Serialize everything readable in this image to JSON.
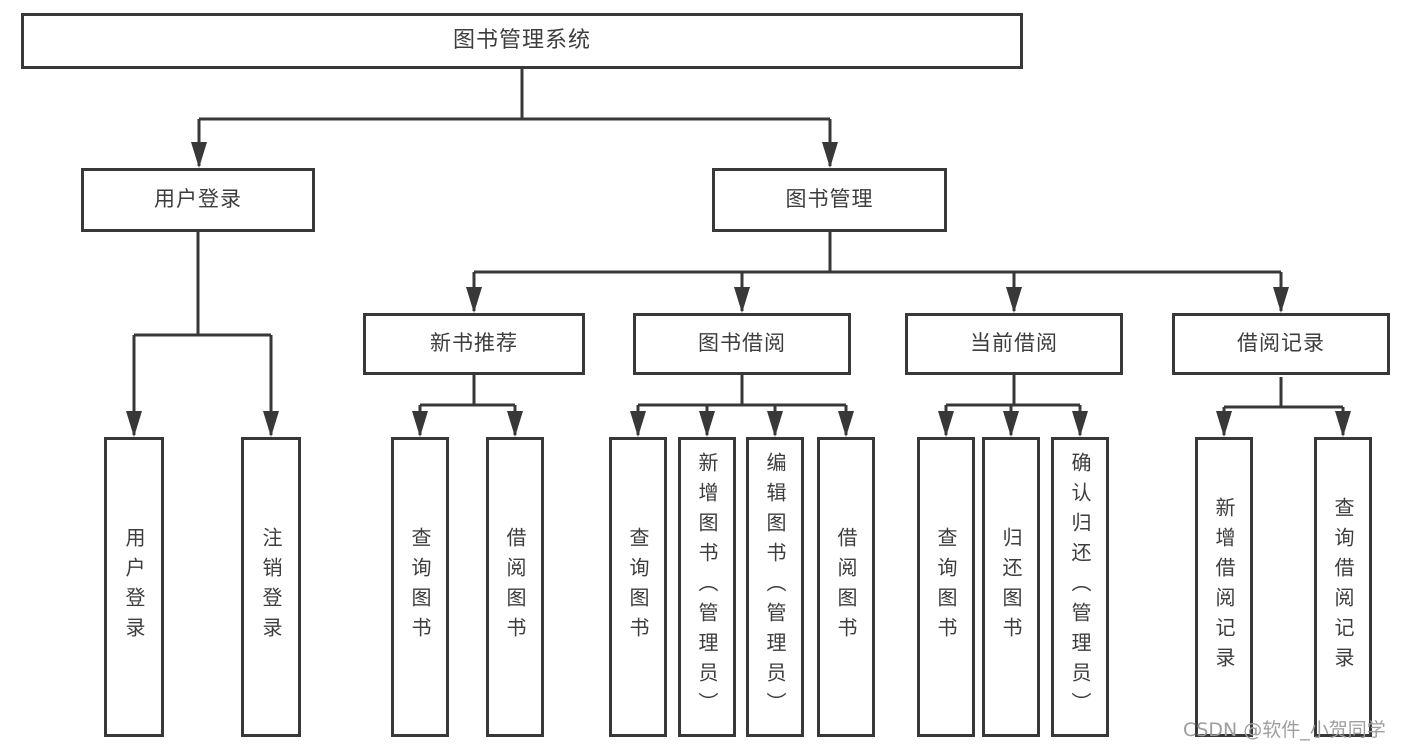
{
  "diagram": {
    "title": "图书管理系统",
    "tree": {
      "root": {
        "label": "图书管理系统",
        "children": [
          {
            "label": "用户登录",
            "children": [
              {
                "label": "用户登录"
              },
              {
                "label": "注销登录"
              }
            ]
          },
          {
            "label": "图书管理",
            "children": [
              {
                "label": "新书推荐",
                "children": [
                  {
                    "label": "查询图书"
                  },
                  {
                    "label": "借阅图书"
                  }
                ]
              },
              {
                "label": "图书借阅",
                "children": [
                  {
                    "label": "查询图书"
                  },
                  {
                    "label": "新增图书（管理员）"
                  },
                  {
                    "label": "编辑图书（管理员）"
                  },
                  {
                    "label": "借阅图书"
                  }
                ]
              },
              {
                "label": "当前借阅",
                "children": [
                  {
                    "label": "查询图书"
                  },
                  {
                    "label": "归还图书"
                  },
                  {
                    "label": "确认归还（管理员）"
                  }
                ]
              },
              {
                "label": "借阅记录",
                "children": [
                  {
                    "label": "新增借阅记录"
                  },
                  {
                    "label": "查询借阅记录"
                  }
                ]
              }
            ]
          }
        ]
      }
    },
    "colors": {
      "line": "#383838",
      "box_border": "#383838",
      "box_fill": "#ffffff",
      "text": "#3d3d3d",
      "watermark": "#9e9e9e",
      "background": "#ffffff"
    }
  },
  "watermark": {
    "text": "CSDN @软件_小贺同学"
  }
}
